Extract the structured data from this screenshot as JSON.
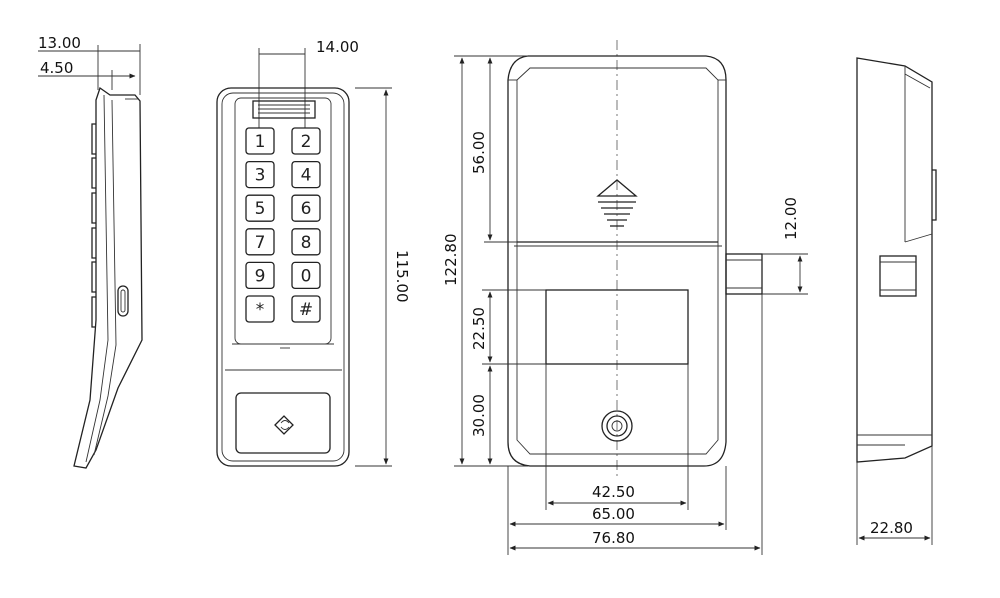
{
  "keypad": {
    "keys": [
      "1",
      "2",
      "3",
      "4",
      "5",
      "6",
      "7",
      "8",
      "9",
      "0",
      "*",
      "#"
    ]
  },
  "dimensions": {
    "side_depth": "13.00",
    "side_step": "4.50",
    "key_pitch": "14.00",
    "keypad_height": "115.00",
    "lock_height": "122.80",
    "battery_cover": "56.00",
    "bolt": "12.00",
    "window": "22.50",
    "cylinder": "30.00",
    "window_width": "42.50",
    "body_width": "65.00",
    "overall_width": "76.80",
    "lock_depth": "22.80"
  },
  "icons": {
    "card_reader": "rfid-card-icon",
    "battery_cover_arrow": "up-arrow-icon",
    "key_cylinder": "key-cylinder-icon"
  }
}
